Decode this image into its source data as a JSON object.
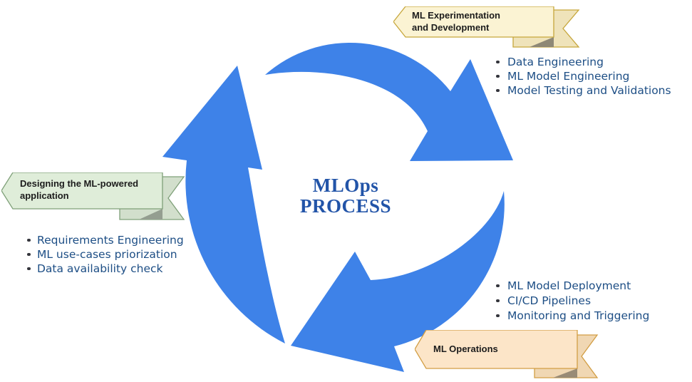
{
  "title": {
    "line1": "MLOps",
    "line2": "PROCESS"
  },
  "sections": {
    "experimentation": {
      "banner_line1": "ML Experimentation",
      "banner_line2": "and Development",
      "items": [
        "Data Engineering",
        "ML Model Engineering",
        "Model Testing and Validations"
      ]
    },
    "design": {
      "banner_line1": "Designing the ML-powered",
      "banner_line2": "application",
      "items": [
        "Requirements Engineering",
        "ML use-cases priorization",
        "Data availability check"
      ]
    },
    "operations": {
      "banner_line1": "ML Operations",
      "items": [
        "ML Model Deployment",
        "CI/CD Pipelines",
        "Monitoring and Triggering"
      ]
    }
  },
  "colors": {
    "arrow": "#3E82E8",
    "list_text": "#1D4E85",
    "center_text": "#2254A8",
    "banner_experimentation_fill": "#FBF3D3",
    "banner_experimentation_tail_fill": "#EFE3BA",
    "banner_experimentation_border": "#C6A63B",
    "banner_design_fill": "#DFEDD9",
    "banner_design_tail_fill": "#D2DFCC",
    "banner_design_border": "#7FA079",
    "banner_operations_fill": "#FCE5C8",
    "banner_operations_tail_fill": "#F0D7B3",
    "banner_operations_border": "#D29E44"
  }
}
